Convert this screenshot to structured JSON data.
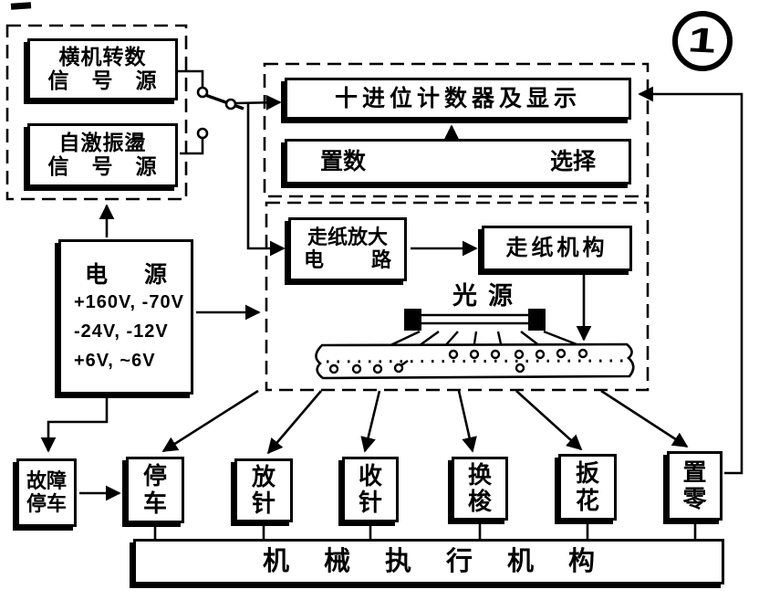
{
  "figure_label": "1",
  "signal_section": {
    "machine_rev_source": {
      "line1": "横机转数",
      "line2": "信　号　源"
    },
    "self_osc_source": {
      "line1": "自激振盪",
      "line2": "信　号　源"
    }
  },
  "counter_section": {
    "counter_display": "十进位计数器及显示",
    "set_number": "置数",
    "select": "选择"
  },
  "paper_section": {
    "paper_amp": {
      "line1": "走纸放大",
      "line2_left": "电",
      "line2_right": "路"
    },
    "paper_mech": "走纸机构",
    "light_source_label": "光源"
  },
  "power": {
    "title_left": "电",
    "title_right": "源",
    "voltages": [
      "+160V, -70V",
      "-24V, -12V",
      "+6V, ~6V"
    ]
  },
  "fault_stop": {
    "line1": "故障",
    "line2": "停车"
  },
  "actuators": [
    {
      "line1": "停",
      "line2": "车"
    },
    {
      "line1": "放",
      "line2": "针"
    },
    {
      "line1": "收",
      "line2": "针"
    },
    {
      "line1": "换",
      "line2": "梭"
    },
    {
      "line1": "扳",
      "line2": "花"
    },
    {
      "line1": "置",
      "line2": "零"
    }
  ],
  "mechanical_bar": "机械执行机构",
  "colors": {
    "ink": "#000000",
    "paper": "#ffffff"
  }
}
